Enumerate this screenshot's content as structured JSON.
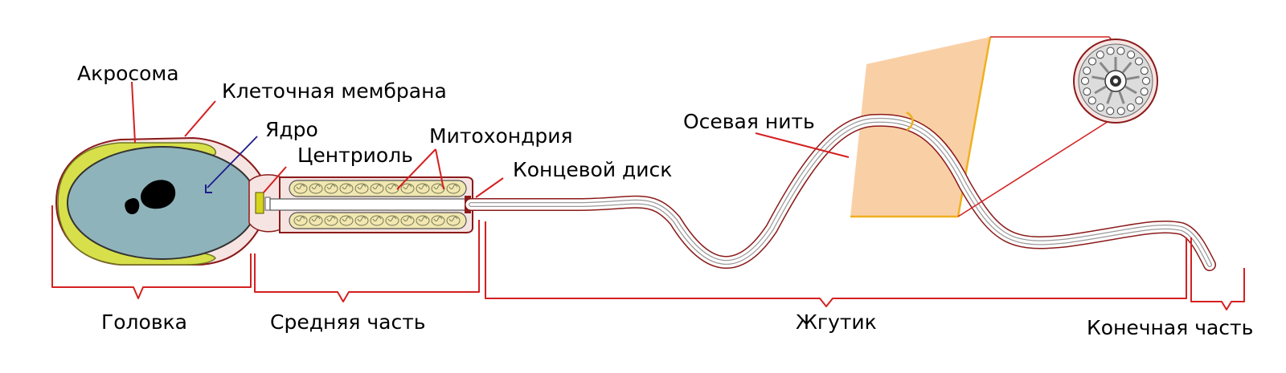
{
  "labels": {
    "acrosome": "Акросома",
    "cell_membrane": "Клеточная мембрана",
    "nucleus": "Ядро",
    "centriole": "Центриоль",
    "mitochondria": "Митохондрия",
    "end_disc": "Концевой диск",
    "axial_filament": "Осевая нить",
    "head": "Головка",
    "midpiece": "Средняя часть",
    "flagellum": "Жгутик",
    "end_piece": "Конечная часть"
  },
  "colors": {
    "leader_line": "#d42020",
    "membrane_outline": "#8b1a1a",
    "acrosome_fill": "#d7e04a",
    "nucleus_fill": "#8fb3bb",
    "mitochondria_fill": "#f1e7b0",
    "cross_section_plane": "#f8c896",
    "nucleus_pointer": "#1c1c8c"
  }
}
